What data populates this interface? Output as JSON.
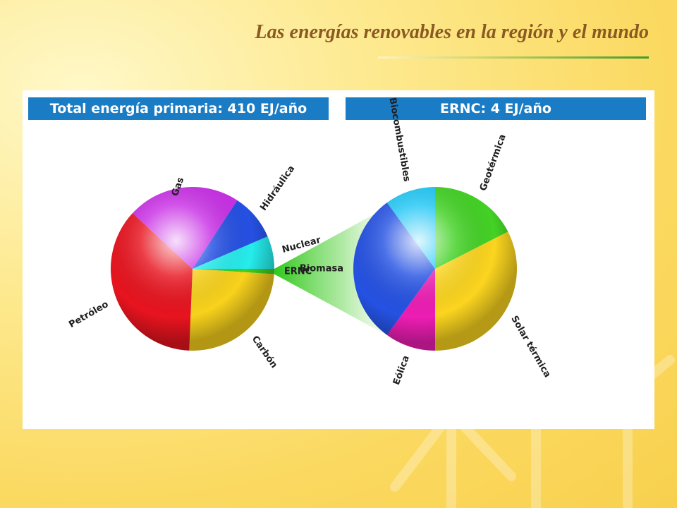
{
  "slide": {
    "title": "Las energías renovables en la región y el mundo"
  },
  "colors": {
    "banner": "#1a7cc4",
    "title": "#8a5a22",
    "background": "#fbd960"
  },
  "chart_data": [
    {
      "type": "pie",
      "title": "Total energía primaria: 410 EJ/año",
      "start_angle_deg": 0,
      "direction": "clockwise",
      "slices": [
        {
          "label": "ERNC",
          "value": 4,
          "color": "#3ed021"
        },
        {
          "label": "Carbón",
          "value": 95,
          "color": "#f8d21c"
        },
        {
          "label": "Petróleo",
          "value": 140,
          "color": "#e8141f"
        },
        {
          "label": "Gas",
          "value": 86,
          "color": "#c930e6"
        },
        {
          "label": "Hidráulica",
          "value": 36,
          "color": "#2550e3"
        },
        {
          "label": "Nuclear",
          "value": 25,
          "color": "#26ecec"
        }
      ]
    },
    {
      "type": "pie",
      "title": "ERNC: 4 EJ/año",
      "start_angle_deg": 90,
      "direction": "clockwise",
      "slices": [
        {
          "label": "Eólica",
          "value": 0.4,
          "color": "#ee1db4"
        },
        {
          "label": "Biomasa",
          "value": 1.2,
          "color": "#2552e3"
        },
        {
          "label": "Biocombustibles",
          "value": 0.4,
          "color": "#22c7f5"
        },
        {
          "label": "Geotérmica",
          "value": 0.7,
          "color": "#44d226"
        },
        {
          "label": "Solar térmica",
          "value": 1.3,
          "color": "#fbd51f"
        }
      ]
    }
  ]
}
